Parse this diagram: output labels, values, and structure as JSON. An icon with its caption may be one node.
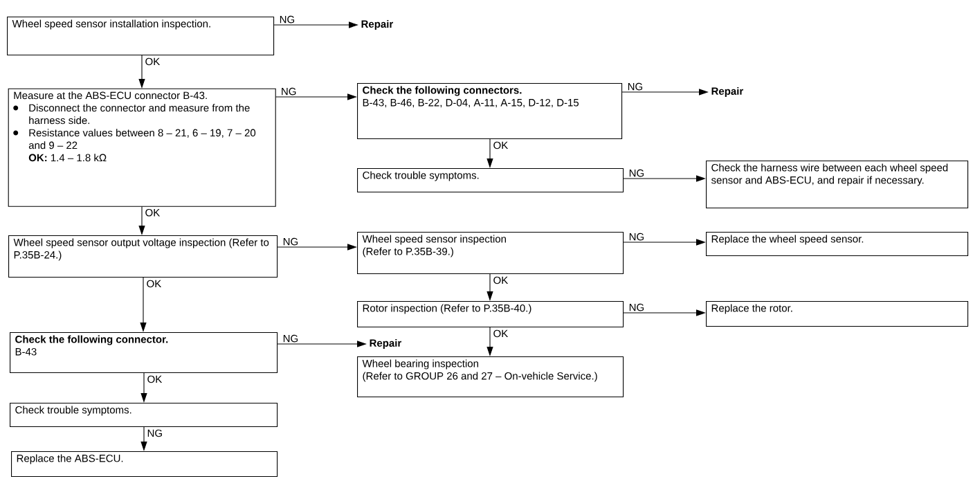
{
  "diagram": {
    "nodes": [
      {
        "text": [
          "Wheel speed sensor installation inspection."
        ]
      },
      {
        "text": [
          "Repair"
        ]
      },
      {
        "text": [
          "Measure at the ABS-ECU connector B-43.",
          "Disconnect the connector and measure from the harness side.",
          "Resistance values between 8 – 21, 6 – 19, 7 – 20 and 9 – 22",
          "**OK:** 1.4 – 1.8 kΩ"
        ]
      },
      {
        "text": [
          "Check the following connectors.",
          "B-43, B-46, B-22, D-04, A-11, A-15, D-12, D-15"
        ]
      },
      {
        "text": [
          "Repair"
        ]
      },
      {
        "text": [
          "Check trouble symptoms."
        ]
      },
      {
        "text": [
          "Check the harness wire between each wheel speed sensor and ABS-ECU, and repair if necessary."
        ]
      },
      {
        "text": [
          "Wheel speed sensor output voltage inspection (Refer to P.35B-24.)"
        ]
      },
      {
        "text": [
          "Wheel speed sensor inspection",
          "(Refer to P.35B-39.)"
        ]
      },
      {
        "text": [
          "Replace the wheel speed sensor."
        ]
      },
      {
        "text": [
          "Rotor inspection (Refer to P.35B-40.)"
        ]
      },
      {
        "text": [
          "Replace the rotor."
        ]
      },
      {
        "text": [
          "Check the following connector.",
          "B-43"
        ]
      },
      {
        "text": [
          "Repair"
        ]
      },
      {
        "text": [
          "Wheel bearing inspection",
          "(Refer to GROUP 26 and 27 – On-vehicle Service.)"
        ]
      },
      {
        "text": [
          "Check trouble symptoms."
        ]
      },
      {
        "text": [
          "Replace the ABS-ECU."
        ]
      }
    ],
    "edges": [
      {
        "from": 0,
        "to": 1,
        "arrow": "to",
        "label": "NG"
      },
      {
        "from": 0,
        "to": 2,
        "arrow": "to",
        "label": "OK"
      },
      {
        "from": 2,
        "to": 3,
        "arrow": "to",
        "label": "NG"
      },
      {
        "from": 2,
        "to": 7,
        "arrow": "to",
        "label": "OK"
      },
      {
        "from": 3,
        "to": 4,
        "arrow": "to",
        "label": "NG"
      },
      {
        "from": 3,
        "to": 5,
        "arrow": "to",
        "label": "OK"
      },
      {
        "from": 5,
        "to": 6,
        "arrow": "to",
        "label": "NG"
      },
      {
        "from": 7,
        "to": 8,
        "arrow": "to",
        "label": "NG"
      },
      {
        "from": 7,
        "to": 12,
        "arrow": "to",
        "label": "OK"
      },
      {
        "from": 8,
        "to": 9,
        "arrow": "to",
        "label": "NG"
      },
      {
        "from": 8,
        "to": 10,
        "arrow": "to",
        "label": "OK"
      },
      {
        "from": 10,
        "to": 11,
        "arrow": "to",
        "label": "NG"
      },
      {
        "from": 10,
        "to": 14,
        "arrow": "to",
        "label": "OK"
      },
      {
        "from": 12,
        "to": 13,
        "arrow": "to",
        "label": "NG"
      },
      {
        "from": 12,
        "to": 15,
        "arrow": "to",
        "label": "OK"
      },
      {
        "from": 15,
        "to": 16,
        "arrow": "to",
        "label": "NG"
      }
    ]
  }
}
